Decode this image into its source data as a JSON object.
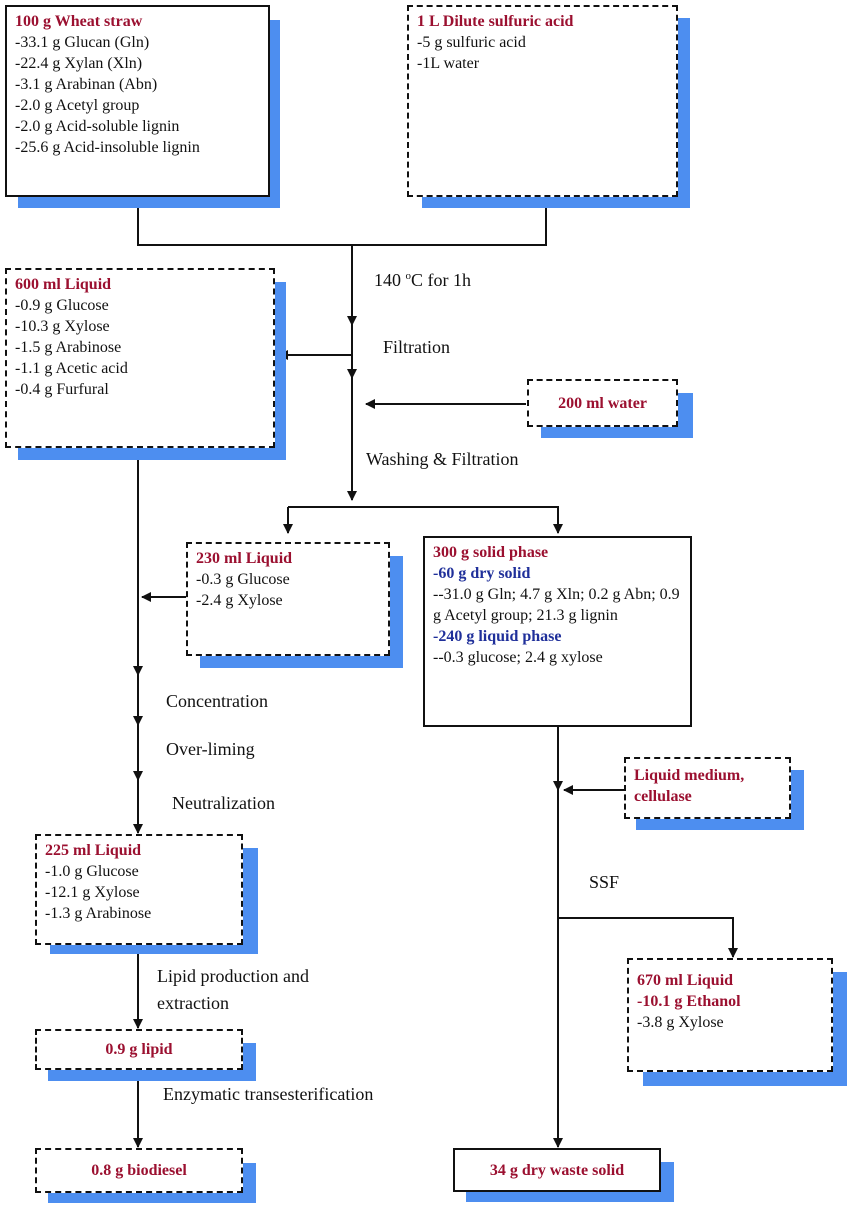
{
  "boxes": {
    "wheat_straw": {
      "title": "100 g Wheat straw",
      "lines": [
        "-33.1 g Glucan (Gln)",
        "-22.4 g Xylan (Xln)",
        "-3.1 g Arabinan (Abn)",
        "-2.0 g Acetyl group",
        "-2.0 g Acid-soluble lignin",
        "-25.6 g Acid-insoluble lignin"
      ]
    },
    "dilute_acid": {
      "title": "1 L Dilute sulfuric acid",
      "lines": [
        "-5 g sulfuric acid",
        "-1L water"
      ]
    },
    "liquid_600": {
      "title": "600 ml Liquid",
      "lines": [
        "-0.9 g Glucose",
        "-10.3 g Xylose",
        "-1.5 g Arabinose",
        "-1.1 g Acetic acid",
        "-0.4 g Furfural"
      ]
    },
    "water_200": {
      "title": "200 ml water"
    },
    "liquid_230": {
      "title": "230 ml Liquid",
      "lines": [
        "-0.3 g Glucose",
        "-2.4 g Xylose"
      ]
    },
    "solid_300": {
      "title": "300 g solid phase",
      "sub1": "-60 g dry solid",
      "text1": "--31.0 g Gln; 4.7 g Xln; 0.2 g Abn; 0.9 g Acetyl group; 21.3 g lignin",
      "sub2": "-240 g liquid phase",
      "text2": "--0.3 glucose; 2.4 g xylose"
    },
    "medium": {
      "title_line1": "Liquid medium,",
      "title_line2": "cellulase"
    },
    "liquid_225": {
      "title": "225 ml Liquid",
      "lines": [
        "-1.0 g Glucose",
        "-12.1 g Xylose",
        "-1.3 g Arabinose"
      ]
    },
    "liquid_670": {
      "title": "670 ml Liquid",
      "sub": "-10.1 g Ethanol",
      "lines": [
        "-3.8 g Xylose"
      ]
    },
    "lipid": {
      "title": "0.9 g lipid"
    },
    "biodiesel": {
      "title": "0.8 g biodiesel"
    },
    "waste": {
      "title": "34 g dry waste solid"
    }
  },
  "steps": {
    "pretreatment": {
      "prefix": "140 ",
      "sup": "o",
      "suffix": "C for 1h"
    },
    "filtration": "Filtration",
    "washing": "Washing & Filtration",
    "concentration": "Concentration",
    "overliming": "Over-liming",
    "neutralization": "Neutralization",
    "ssf": "SSF",
    "lipid_line1": "Lipid production and",
    "lipid_line2": "extraction",
    "transesterification": "Enzymatic transesterification"
  },
  "colors": {
    "title": "#9b1030",
    "subtitle": "#1f2f9a",
    "shadow": "#4d8ef0",
    "line": "#111111"
  }
}
